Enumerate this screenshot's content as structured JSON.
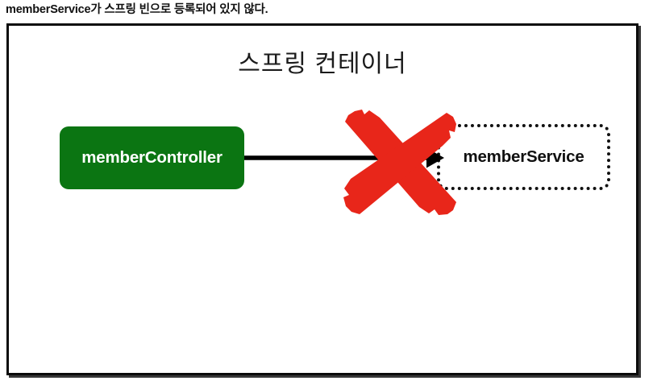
{
  "caption": {
    "text": "memberService가 스프링 빈으로 등록되어 있지 않다."
  },
  "diagram": {
    "title": "스프링 컨테이너",
    "nodes": [
      {
        "id": "member-controller",
        "label": "memberController",
        "style": "filled-rounded",
        "fill": "#0b7512",
        "text_color": "#ffffff",
        "registered": true
      },
      {
        "id": "member-service",
        "label": "memberService",
        "style": "dotted-rounded",
        "fill": "transparent",
        "border_color": "#111111",
        "text_color": "#101010",
        "registered": false
      }
    ],
    "edges": [
      {
        "id": "controller-to-service",
        "from": "member-controller",
        "to": "member-service",
        "label": "",
        "color": "#000000",
        "blocked": true
      }
    ],
    "annotations": [
      {
        "id": "blocked-mark",
        "kind": "x-mark",
        "color": "#e8261a",
        "meaning": "dependency-not-resolved"
      }
    ],
    "frame": {
      "border_color": "#0b0b0b",
      "background": "#ffffff"
    }
  },
  "colors": {
    "bean_green": "#0b7512",
    "error_red": "#e8261a",
    "frame_black": "#0b0b0b",
    "page_background": "#ffffff"
  }
}
